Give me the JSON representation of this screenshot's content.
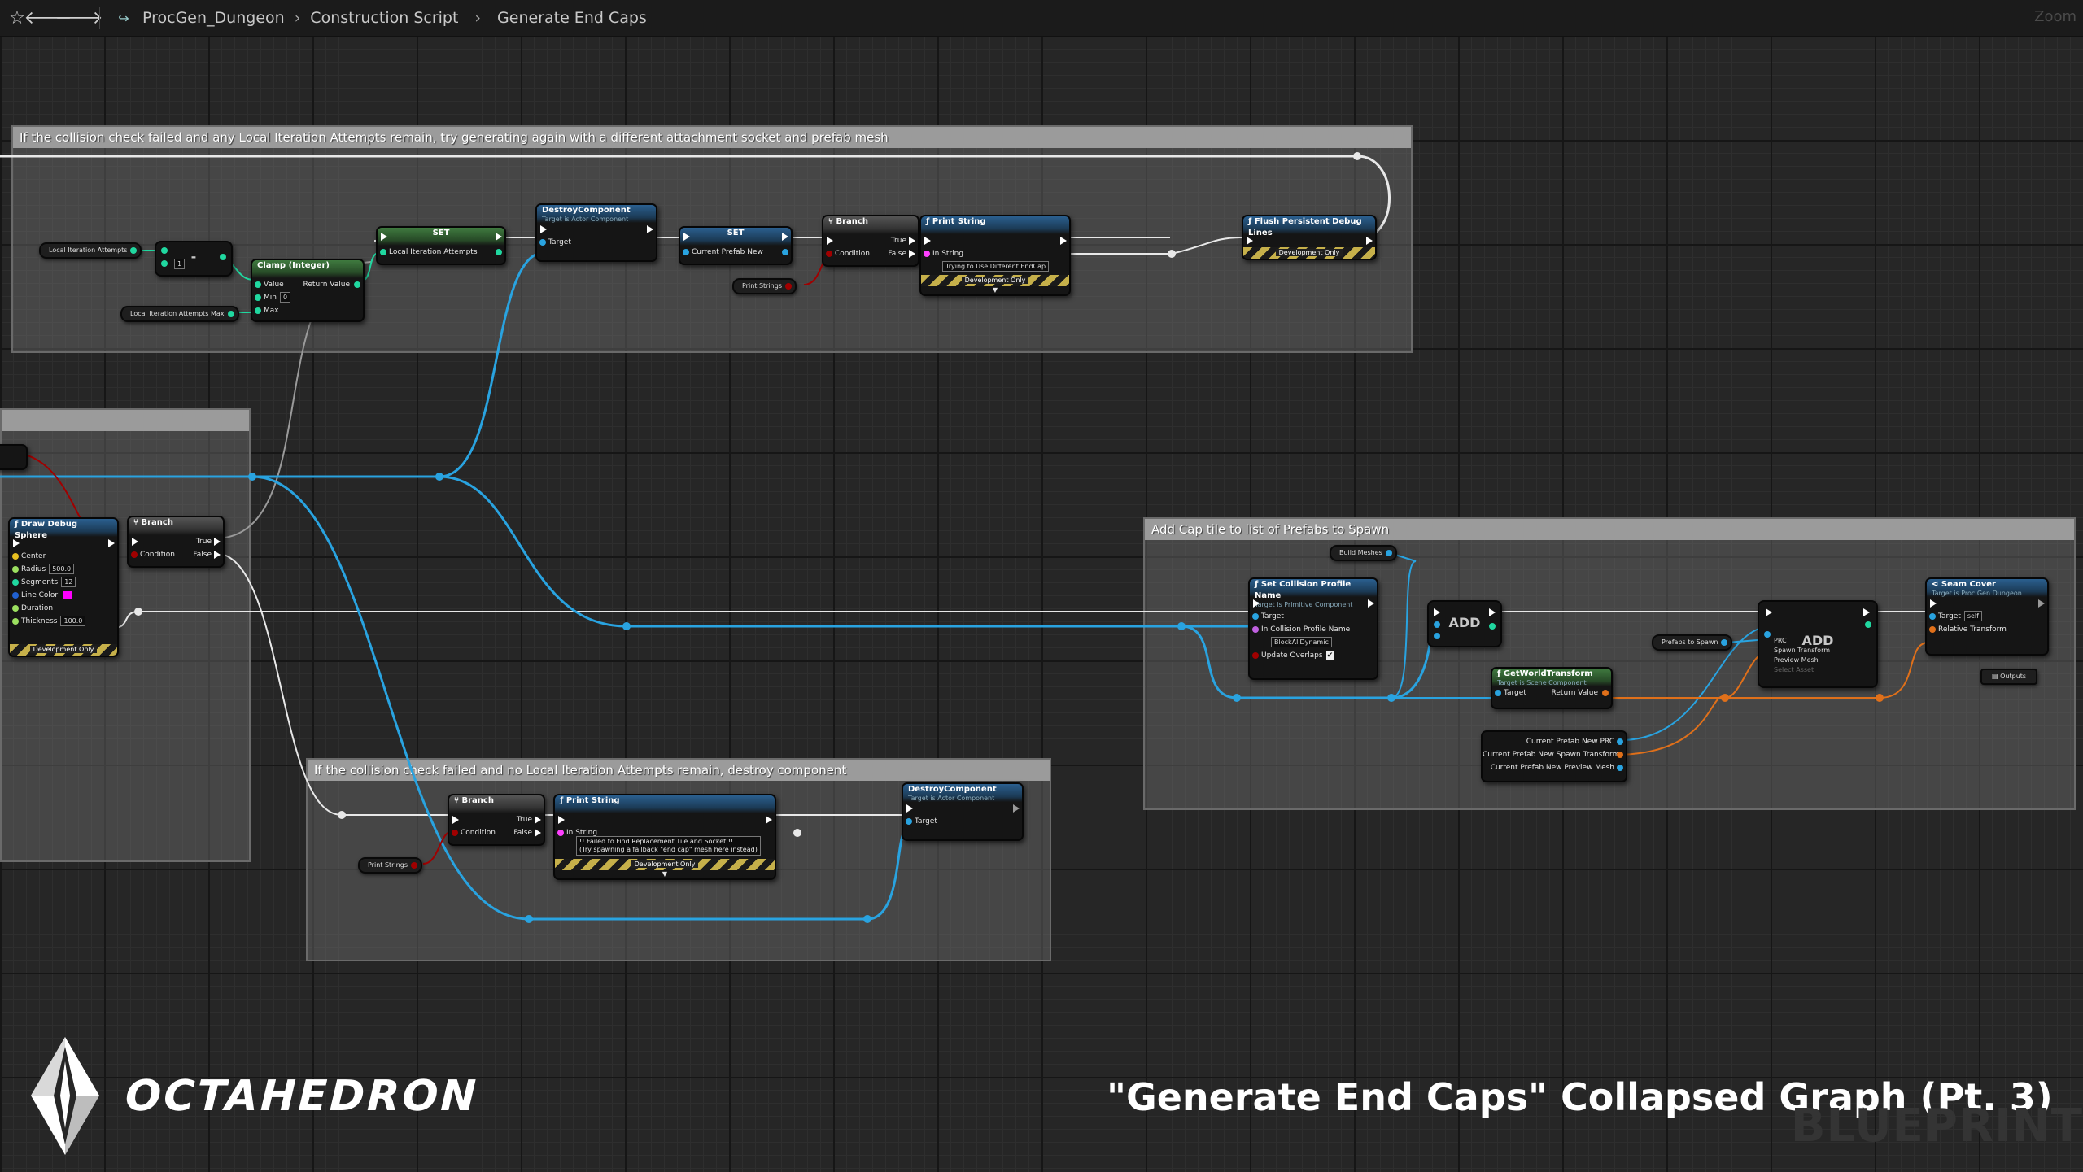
{
  "toolbar": {
    "star_icon": "star-icon",
    "back_icon": "arrow-left-icon",
    "forward_icon": "arrow-right-icon",
    "breadcrumb": [
      "ProcGen_Dungeon",
      "Construction Script",
      "Generate End Caps"
    ],
    "zoom_label": "Zoom"
  },
  "comments": {
    "top": "If the collision check failed and any Local Iteration Attempts remain, try generating again with a different attachment socket and prefab mesh",
    "add_cap": "Add Cap tile to list of Prefabs to Spawn",
    "destroy": "If the collision check failed and no Local Iteration Attempts remain, destroy component"
  },
  "nodes": {
    "local_iter_var": "Local Iteration Attempts",
    "local_iter_max_var": "Local Iteration Attempts Max",
    "minus_label": "-",
    "minus_value": "1",
    "clamp": {
      "title": "Clamp (Integer)",
      "value": "Value",
      "return": "Return Value",
      "min": "Min",
      "min_val": "0",
      "max": "Max"
    },
    "set1": {
      "title": "SET",
      "pin": "Local Iteration Attempts"
    },
    "destroy1": {
      "title": "DestroyComponent",
      "sub": "Target is Actor Component",
      "target": "Target"
    },
    "set2": {
      "title": "SET",
      "pin": "Current Prefab New"
    },
    "print_strings_var1": "Print Strings",
    "branch1": {
      "title": "Branch",
      "cond": "Condition",
      "true": "True",
      "false": "False"
    },
    "print1": {
      "title": "Print String",
      "in": "In String",
      "text": "Trying to Use Different EndCap",
      "dev": "Development Only"
    },
    "flush": {
      "title": "Flush Persistent Debug Lines",
      "dev": "Development Only"
    },
    "draw_sphere": {
      "title": "Draw Debug Sphere",
      "center": "Center",
      "radius": "Radius",
      "radius_val": "500.0",
      "segments": "Segments",
      "segments_val": "12",
      "line_color": "Line Color",
      "duration": "Duration",
      "thickness": "Thickness",
      "thickness_val": "100.0",
      "dev": "Development Only"
    },
    "branch2": {
      "title": "Branch",
      "cond": "Condition",
      "true": "True",
      "false": "False"
    },
    "branch3": {
      "title": "Branch",
      "cond": "Condition",
      "true": "True",
      "false": "False"
    },
    "print_strings_var2": "Print Strings",
    "print2": {
      "title": "Print String",
      "in": "In String",
      "text1": "!! Failed to Find Replacement Tile and Socket !!",
      "text2": "(Try spawning a fallback \"end cap\" mesh here instead)",
      "dev": "Development Only"
    },
    "destroy2": {
      "title": "DestroyComponent",
      "sub": "Target is Actor Component",
      "target": "Target"
    },
    "build_meshes_var": "Build Meshes",
    "set_collision": {
      "title": "Set Collision Profile Name",
      "sub": "Target is Primitive Component",
      "target": "Target",
      "in_name": "In Collision Profile Name",
      "in_val": "BlockAllDynamic",
      "update": "Update Overlaps"
    },
    "add1": "ADD",
    "get_world": {
      "title": "GetWorldTransform",
      "sub": "Target is Scene Component",
      "target": "Target",
      "return": "Return Value"
    },
    "prefabs_var": "Prefabs to Spawn",
    "add2": {
      "title": "ADD",
      "pin1": "PRC",
      "pin2": "Spawn Transform",
      "pin3": "Preview Mesh",
      "pin4": "Select Asset"
    },
    "break": {
      "p1": "Current Prefab New PRC",
      "p2": "Current Prefab New Spawn Transform",
      "p3": "Current Prefab New Preview Mesh"
    },
    "seam": {
      "title": "Seam Cover",
      "sub": "Target is Proc Gen Dungeon",
      "target": "Target",
      "self": "self",
      "relative": "Relative Transform"
    },
    "outputs": "Outputs"
  },
  "footer": {
    "brand": "OCTAHEDRON",
    "caption": "\"Generate End Caps\" Collapsed Graph (Pt. 3)",
    "watermark": "BLUEPRINT"
  },
  "colors": {
    "exec_wire": "#e8e8e8",
    "object_wire": "#29a3e0",
    "int_pin": "#20d8a0",
    "bool_pin": "#a00000",
    "struct_pin": "#e0701a",
    "string_pin": "#ff40ff",
    "comment_header": "#9b9b9b"
  }
}
